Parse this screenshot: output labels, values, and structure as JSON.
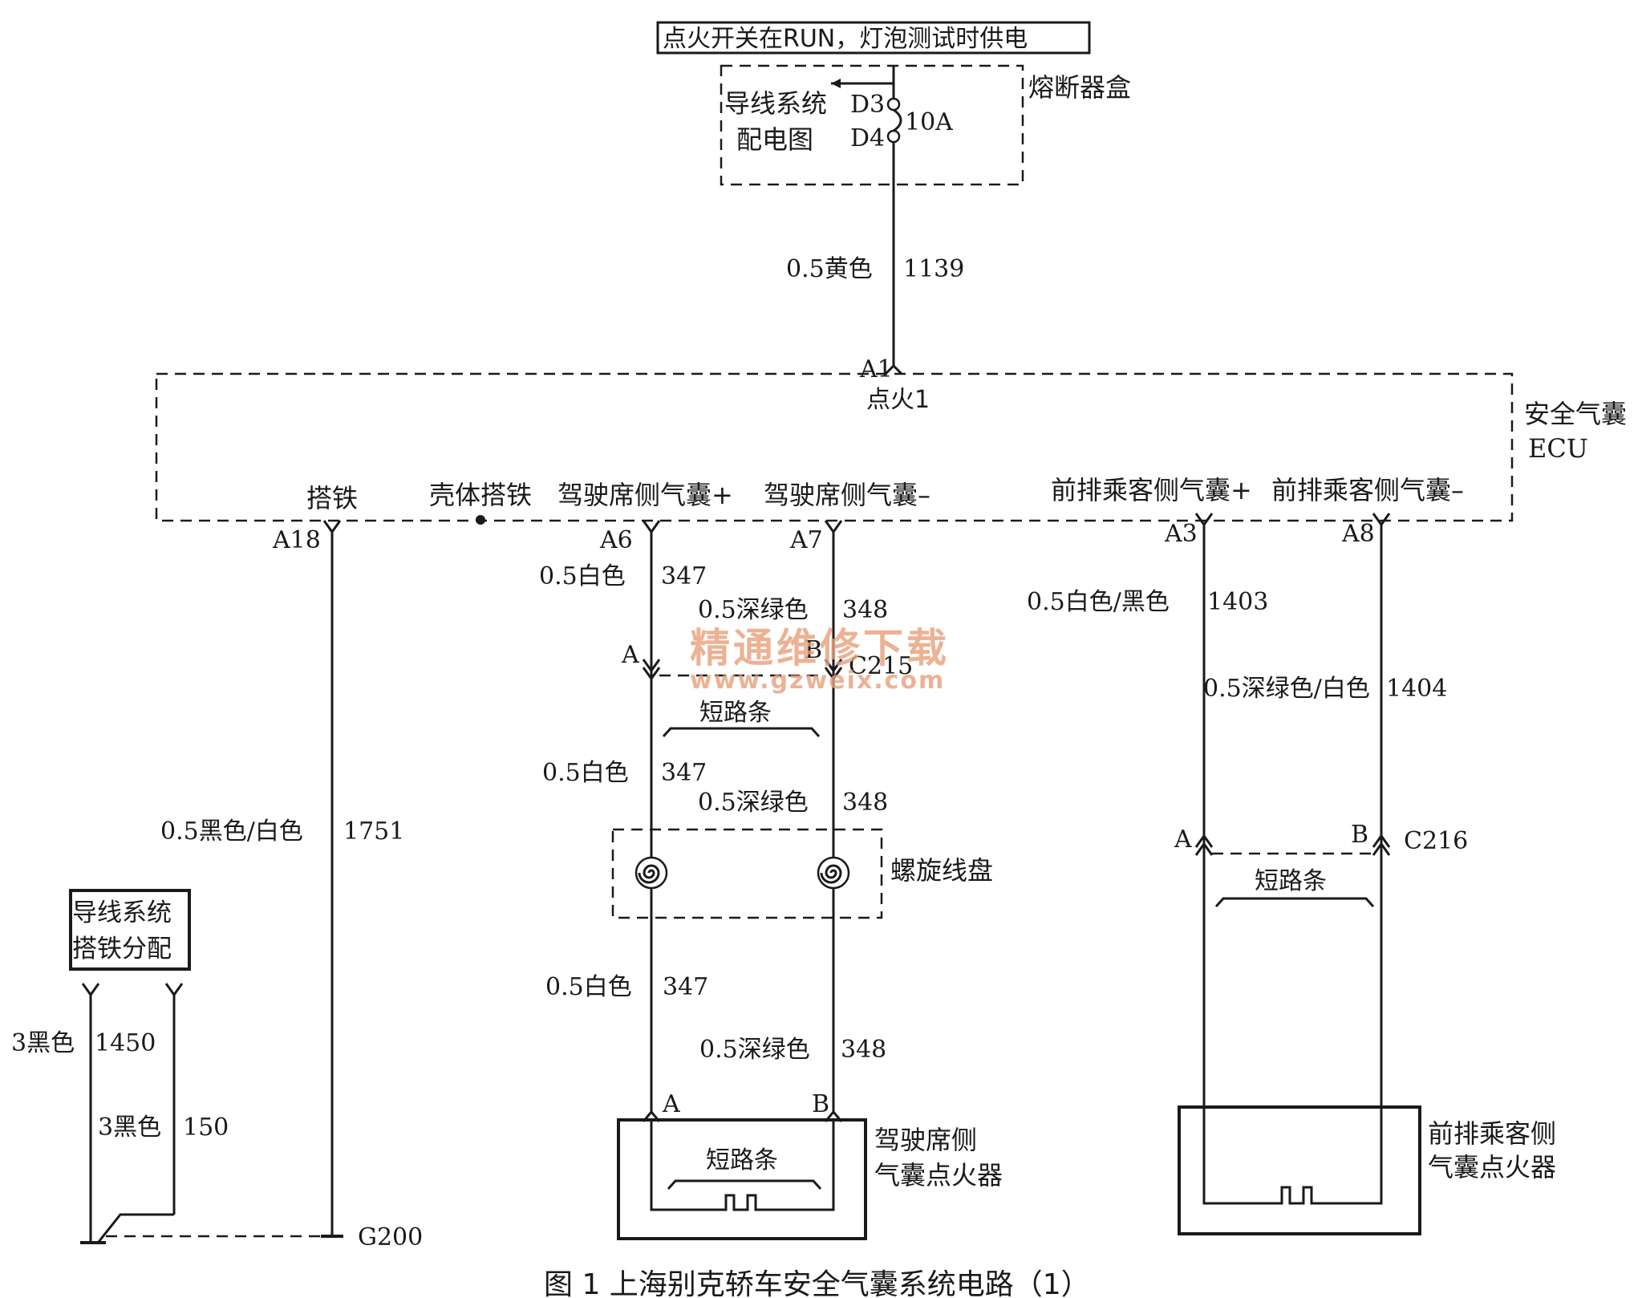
{
  "header_box": "点火开关在RUN，灯泡测试时供电",
  "fuse_box": {
    "label": "熔断器盒",
    "line1": "导线系统",
    "line2": "配电图",
    "pin_top": "D3",
    "pin_bottom": "D4",
    "rating": "10A"
  },
  "wire_1139": {
    "gauge_color": "0.5黄色",
    "circuit": "1139"
  },
  "ecu": {
    "label_line1": "安全气囊",
    "label_line2": "ECU",
    "pin_A1": "A1",
    "ignition": "点火1",
    "ground": "搭铁",
    "case_ground": "壳体搭铁",
    "driver_plus": "驾驶席侧气囊+",
    "driver_minus": "驾驶席侧气囊–",
    "pass_plus": "前排乘客侧气囊+",
    "pass_minus": "前排乘客侧气囊–",
    "pin_A18": "A18",
    "pin_A6": "A6",
    "pin_A7": "A7",
    "pin_A3": "A3",
    "pin_A8": "A8"
  },
  "driver_wires": {
    "w347_a": "0.5白色",
    "n347_a": "347",
    "w348_a": "0.5深绿色",
    "n348_a": "348",
    "w347_b": "0.5白色",
    "n347_b": "347",
    "w348_b": "0.5深绿色",
    "n348_b": "348",
    "w347_c": "0.5白色",
    "n347_c": "347",
    "w348_c": "0.5深绿色",
    "n348_c": "348"
  },
  "connector_c215": {
    "pin_a": "A",
    "pin_b": "B",
    "name": "C215",
    "shorting_bar": "短路条"
  },
  "clock_spring": "螺旋线盘",
  "driver_igniter": {
    "pin_a": "A",
    "pin_b": "B",
    "shorting_bar": "短路条",
    "line1": "驾驶席侧",
    "line2": "气囊点火器"
  },
  "pass_wires": {
    "w1403": "0.5白色/黑色",
    "n1403": "1403",
    "w1404": "0.5深绿色/白色",
    "n1404": "1404"
  },
  "connector_c216": {
    "pin_a": "A",
    "pin_b": "B",
    "name": "C216",
    "shorting_bar": "短路条"
  },
  "pass_igniter": {
    "line1": "前排乘客侧",
    "line2": "气囊点火器"
  },
  "ground_wire": {
    "gauge_color": "0.5黑色/白色",
    "circuit": "1751"
  },
  "ground_dist": {
    "line1": "导线系统",
    "line2": "搭铁分配"
  },
  "ground_wires": {
    "w1450": "3黑色",
    "n1450": "1450",
    "w150": "3黑色",
    "n150": "150"
  },
  "ground_point": "G200",
  "watermark": {
    "line1": "精通维修下载",
    "line2": "www.gzweix.com",
    "color": "#e8a07a"
  },
  "caption": "图 1  上海别克轿车安全气囊系统电路（1）"
}
